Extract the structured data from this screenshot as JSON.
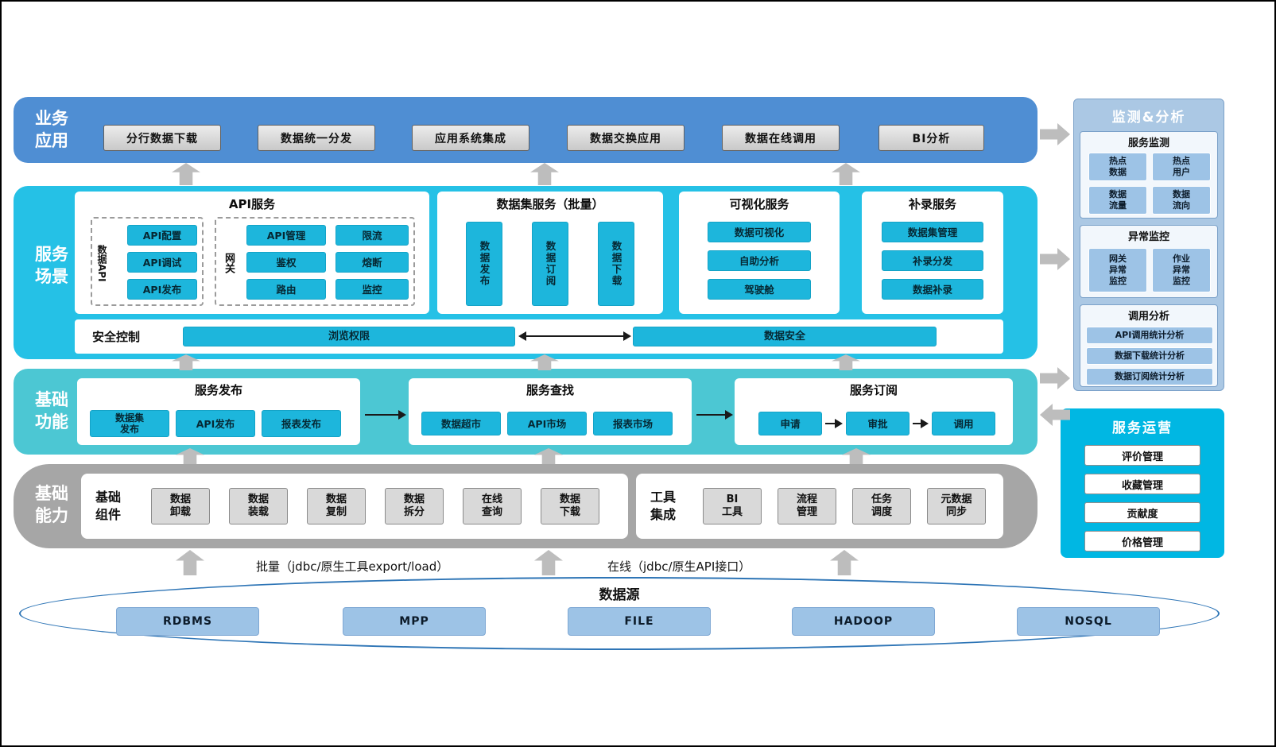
{
  "layers": {
    "business": {
      "label": "业务\n应用",
      "items": [
        "分行数据下载",
        "数据统一分发",
        "应用系统集成",
        "数据交换应用",
        "数据在线调用",
        "BI分析"
      ]
    },
    "scene": {
      "label": "服务\n场景",
      "api_service": {
        "title": "API服务",
        "data_api_label": "数据API",
        "data_api_items": [
          "API配置",
          "API调试",
          "API发布"
        ],
        "gateway_label": "网关",
        "gateway_items": [
          "API管理",
          "限流",
          "鉴权",
          "熔断",
          "路由",
          "监控"
        ]
      },
      "dataset_service": {
        "title": "数据集服务（批量）",
        "items": [
          "数据发布",
          "数据订阅",
          "数据下载"
        ]
      },
      "visual_service": {
        "title": "可视化服务",
        "items": [
          "数据可视化",
          "自助分析",
          "驾驶舱"
        ]
      },
      "makeup_service": {
        "title": "补录服务",
        "items": [
          "数据集管理",
          "补录分发",
          "数据补录"
        ]
      },
      "security": {
        "label": "安全控制",
        "left": "浏览权限",
        "right": "数据安全"
      }
    },
    "functions": {
      "label": "基础\n功能",
      "publish": {
        "title": "服务发布",
        "items": [
          "数据集\n发布",
          "API发布",
          "报表发布"
        ]
      },
      "search": {
        "title": "服务查找",
        "items": [
          "数据超市",
          "API市场",
          "报表市场"
        ]
      },
      "subscribe": {
        "title": "服务订阅",
        "items": [
          "申请",
          "审批",
          "调用"
        ]
      }
    },
    "capability": {
      "label": "基础\n能力",
      "components": {
        "label": "基础\n组件",
        "items": [
          "数据\n卸载",
          "数据\n装载",
          "数据\n复制",
          "数据\n拆分",
          "在线\n查询",
          "数据\n下载"
        ]
      },
      "tools": {
        "label": "工具\n集成",
        "items": [
          "BI\n工具",
          "流程\n管理",
          "任务\n调度",
          "元数据\n同步"
        ]
      }
    },
    "datasource": {
      "title": "数据源",
      "items": [
        "RDBMS",
        "MPP",
        "FILE",
        "HADOOP",
        "NOSQL"
      ]
    }
  },
  "notes": {
    "batch": "批量（jdbc/原生工具export/load）",
    "online": "在线（jdbc/原生API接口）"
  },
  "right": {
    "monitor": {
      "title": "监测&分析",
      "service_monitor": {
        "title": "服务监测",
        "items": [
          "热点\n数据",
          "热点\n用户",
          "数据\n流量",
          "数据\n流向"
        ]
      },
      "exception": {
        "title": "异常监控",
        "items": [
          "网关\n异常\n监控",
          "作业\n异常\n监控"
        ]
      },
      "analysis": {
        "title": "调用分析",
        "items": [
          "API调用统计分析",
          "数据下载统计分析",
          "数据订阅统计分析"
        ]
      }
    },
    "operation": {
      "title": "服务运营",
      "items": [
        "评价管理",
        "收藏管理",
        "贡献度",
        "价格管理"
      ]
    }
  },
  "colors": {
    "business_layer": "#4f8ed3",
    "scene_layer": "#25c1e6",
    "functions_layer": "#4cc7d3",
    "capability_layer": "#a6a6a6",
    "cyan_button": "#1db6dc",
    "datasource_border": "#2e75b6",
    "monitor_panel": "#abc8e4",
    "operation_panel": "#00b7e3",
    "arrow_gray": "#bdbdbd"
  }
}
